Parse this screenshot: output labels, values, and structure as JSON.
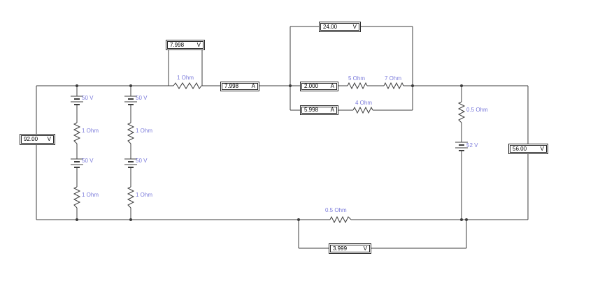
{
  "app": {
    "kind": "circuit-schematic"
  },
  "colors": {
    "wire": "#3d3d3d",
    "label": "#7b7bdb",
    "meter_text": "#000000",
    "background": "#ffffff"
  },
  "meters": [
    {
      "id": "voltmeter-left",
      "value": "92.00",
      "unit": "V"
    },
    {
      "id": "voltmeter-top-1ohm",
      "value": "7.998",
      "unit": "V"
    },
    {
      "id": "ammeter-main",
      "value": "7.998",
      "unit": "A"
    },
    {
      "id": "voltmeter-parallel",
      "value": "24.00",
      "unit": "V"
    },
    {
      "id": "ammeter-branch-12ohm",
      "value": "2.000",
      "unit": "A"
    },
    {
      "id": "ammeter-branch-4ohm",
      "value": "5.998",
      "unit": "A"
    },
    {
      "id": "voltmeter-right",
      "value": "56.00",
      "unit": "V"
    },
    {
      "id": "voltmeter-bottom",
      "value": "3.999",
      "unit": "V"
    }
  ],
  "component_labels": [
    {
      "id": "resistor-top",
      "text": "1 Ohm"
    },
    {
      "id": "resistor-5ohm",
      "text": "5 Ohm"
    },
    {
      "id": "resistor-7ohm",
      "text": "7 Ohm"
    },
    {
      "id": "resistor-4ohm",
      "text": "4 Ohm"
    },
    {
      "id": "resistor-0p5-right",
      "text": "0.5 Ohm"
    },
    {
      "id": "resistor-0p5-bottom",
      "text": "0.5 Ohm"
    },
    {
      "id": "battery-a1",
      "text": "50 V"
    },
    {
      "id": "resistor-a1",
      "text": "1 Ohm"
    },
    {
      "id": "battery-a2",
      "text": "50 V"
    },
    {
      "id": "resistor-a2",
      "text": "1 Ohm"
    },
    {
      "id": "battery-b1",
      "text": "50 V"
    },
    {
      "id": "resistor-b1",
      "text": "1 Ohm"
    },
    {
      "id": "battery-b2",
      "text": "50 V"
    },
    {
      "id": "resistor-b2",
      "text": "1 Ohm"
    },
    {
      "id": "battery-52v",
      "text": "52 V"
    }
  ]
}
